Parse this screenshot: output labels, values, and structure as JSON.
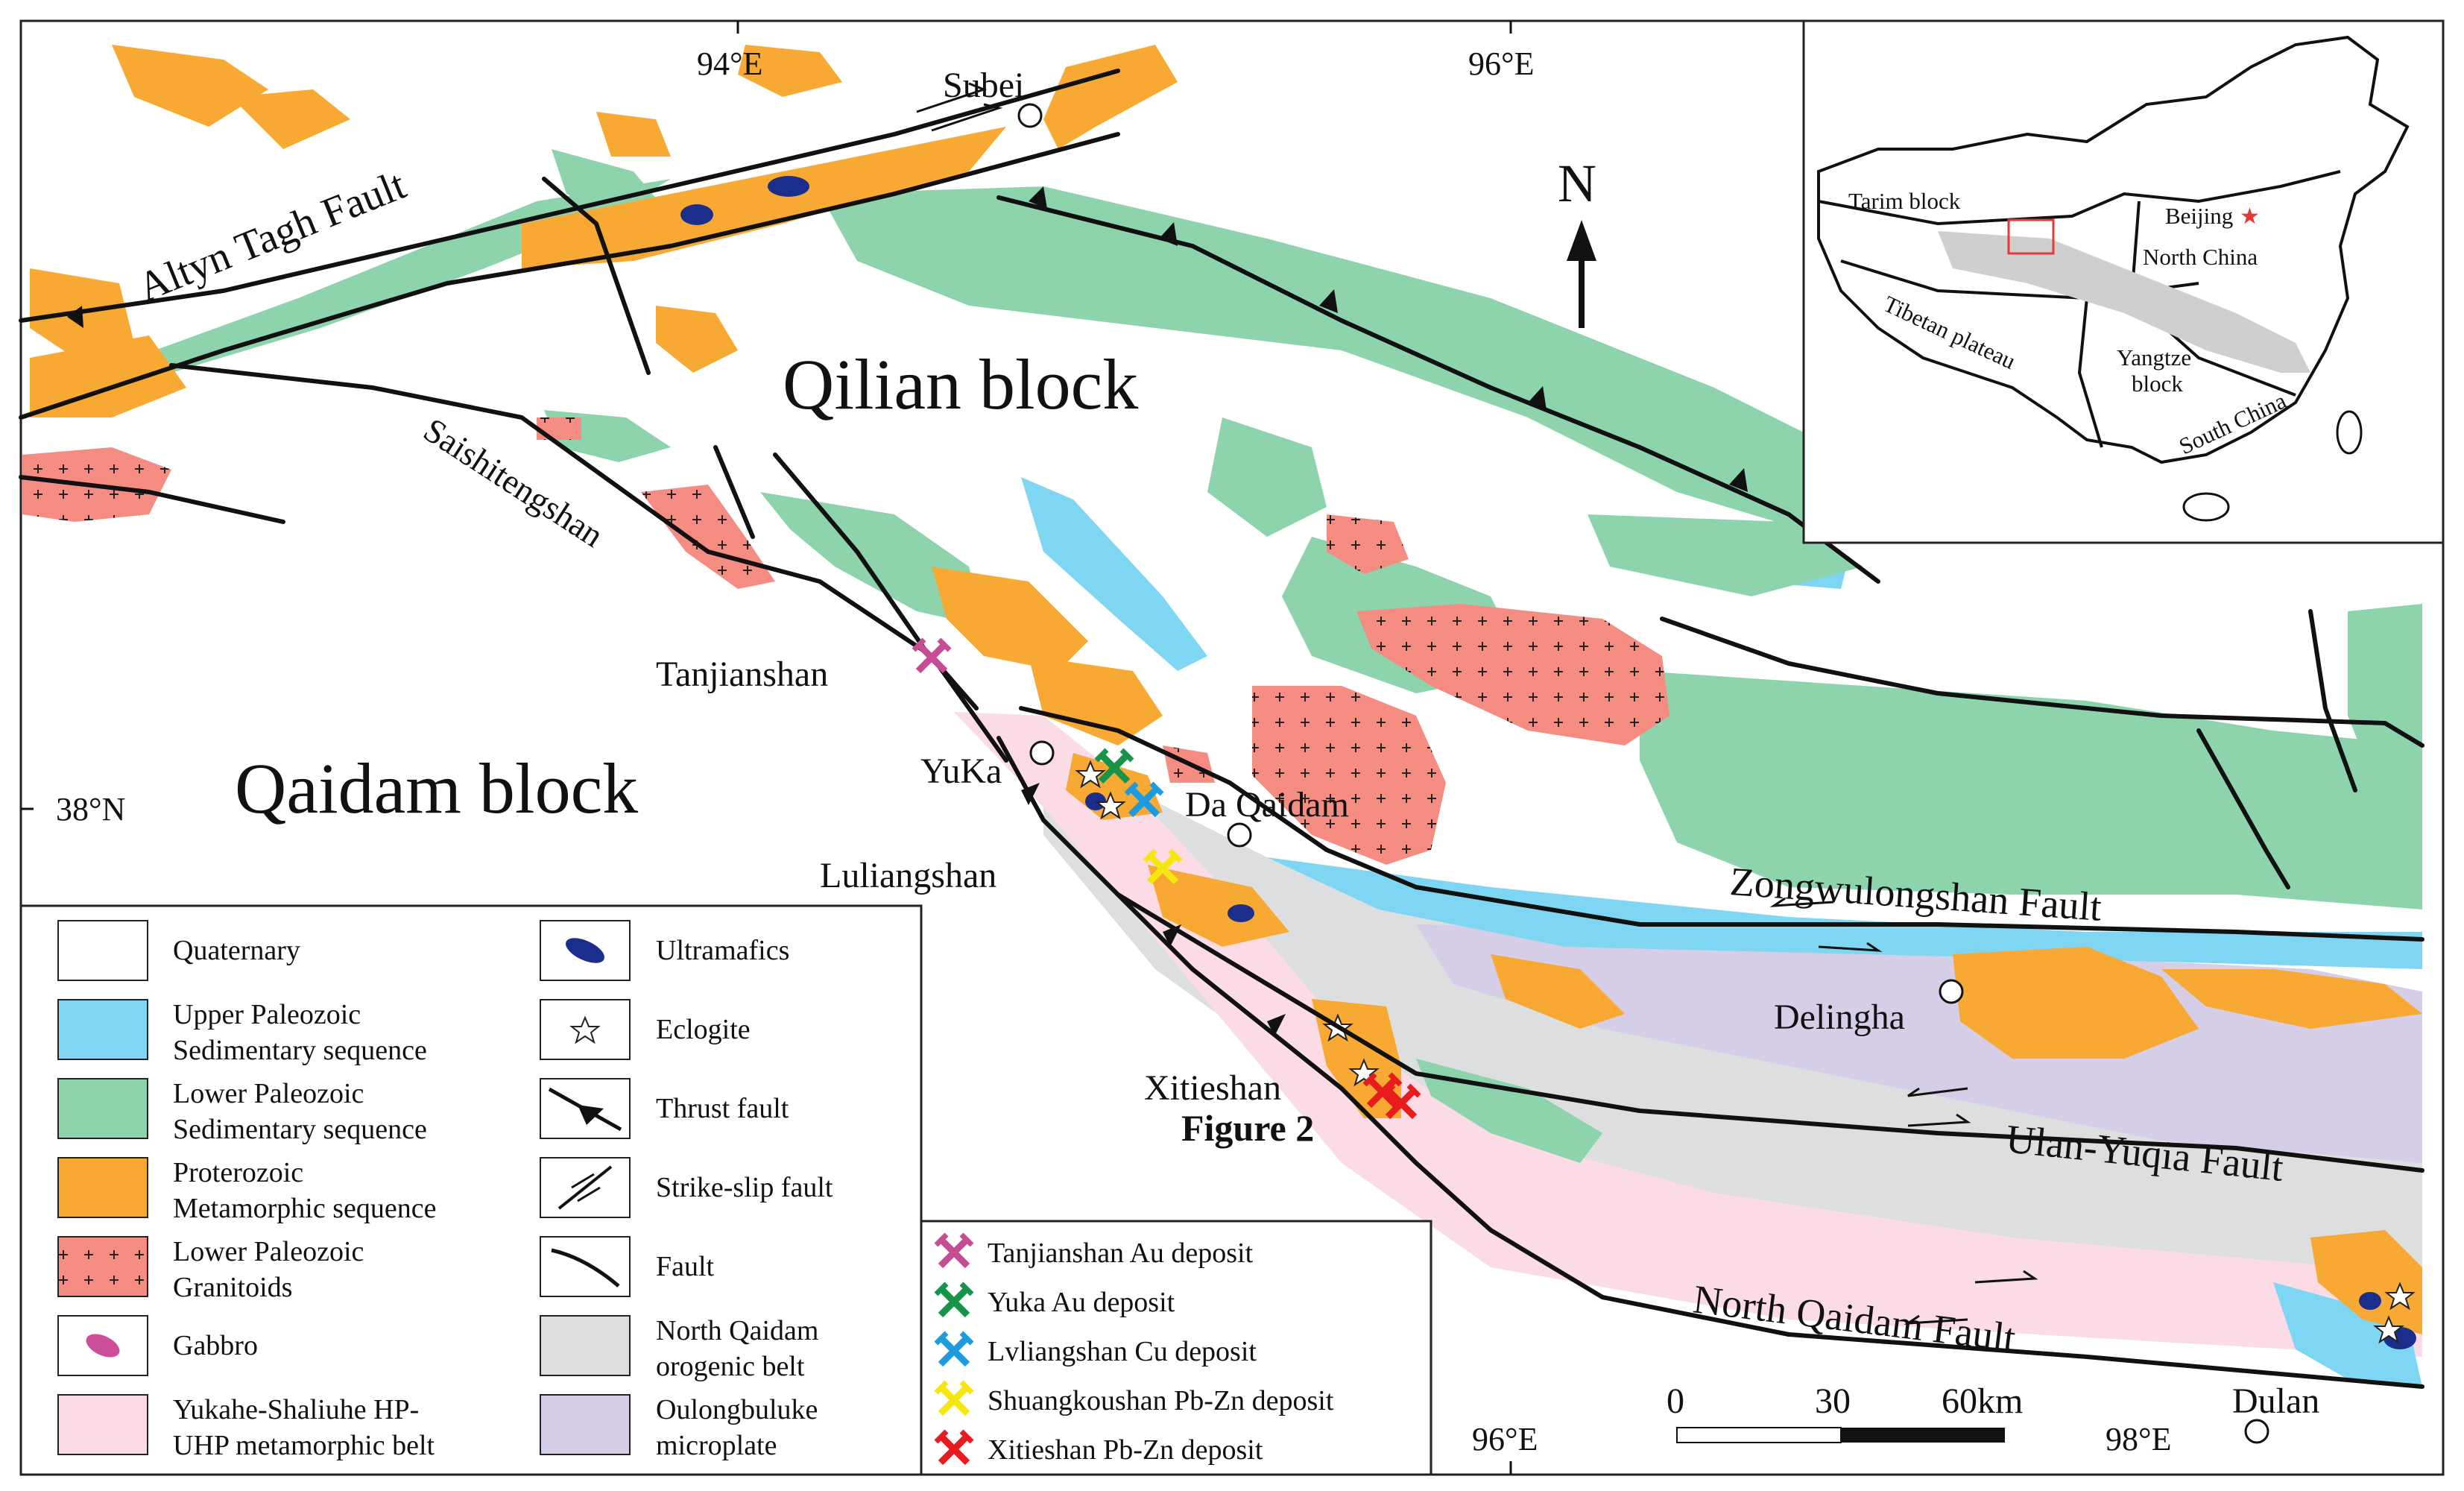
{
  "blocks": {
    "qilian": "Qilian block",
    "qaidam": "Qaidam block"
  },
  "coords": {
    "lon_94_top": "94°E",
    "lon_96_top": "96°E",
    "lon_96_bottom": "96°E",
    "lon_98_bottom": "98°E",
    "lat_38": "38°N"
  },
  "faults": {
    "altyn_tagh": "Altyn Tagh Fault",
    "saishitengshan": "Saishitengshan",
    "zongwulongshan": "Zongwulongshan Fault",
    "ulan_yuqia": "Ulan-Yuqia Fault",
    "north_qaidam": "North Qaidam Fault"
  },
  "places": {
    "subei": "Subei",
    "tanjianshan": "Tanjianshan",
    "yuka": "YuKa",
    "da_qaidam": "Da Qaidam",
    "luliangshan": "Luliangshan",
    "delingha": "Delingha",
    "xitieshan": "Xitieshan",
    "dulan": "Dulan"
  },
  "figure_ref": "Figure 2",
  "north_label": "N",
  "scale_bar": {
    "tick_0": "0",
    "tick_30": "30",
    "tick_60": "60km"
  },
  "inset": {
    "tarim": "Tarim block",
    "beijing": "Beijing",
    "north_china": "North China",
    "tibetan": "Tibetan plateau",
    "yangtze_1": "Yangtze",
    "yangtze_2": "block",
    "south_china": "South China",
    "study_area_color": "#e53935"
  },
  "legend": {
    "left": [
      {
        "line1": "Quaternary",
        "line2": "",
        "color": "#ffffff",
        "icon": "quaternary-swatch"
      },
      {
        "line1": "Upper Paleozoic",
        "line2": "Sedimentary sequence",
        "color": "#7fd6f2",
        "icon": "upper-paleozoic-swatch"
      },
      {
        "line1": "Lower Paleozoic",
        "line2": "Sedimentary sequence",
        "color": "#8dd4ad",
        "icon": "lower-paleozoic-swatch"
      },
      {
        "line1": "Proterozoic",
        "line2": "Metamorphic sequence",
        "color": "#f7a933",
        "icon": "proterozoic-swatch"
      },
      {
        "line1": "Lower Paleozoic",
        "line2": "Granitoids",
        "color": "#f58c82",
        "icon": "granitoid-swatch"
      },
      {
        "line1": "Gabbro",
        "line2": "",
        "color": "#cc4e9a",
        "icon": "gabbro-icon"
      },
      {
        "line1": "Yukahe-Shaliuhe HP-",
        "line2": "UHP metamorphic belt",
        "color": "#fbdbe6",
        "icon": "hp-uhp-belt-swatch"
      }
    ],
    "right": [
      {
        "line1": "Ultramafics",
        "line2": "",
        "color": "#1b2e8c",
        "icon": "ultramafic-icon"
      },
      {
        "line1": "Eclogite",
        "line2": "",
        "color": "#ffffff",
        "icon": "eclogite-star-icon"
      },
      {
        "line1": "Thrust fault",
        "line2": "",
        "color": "#111111",
        "icon": "thrust-fault-icon"
      },
      {
        "line1": "Strike-slip fault",
        "line2": "",
        "color": "#111111",
        "icon": "strike-slip-icon"
      },
      {
        "line1": "Fault",
        "line2": "",
        "color": "#111111",
        "icon": "fault-line-icon"
      },
      {
        "line1": "North Qaidam",
        "line2": "orogenic belt",
        "color": "#dcdedf",
        "icon": "orogenic-belt-swatch"
      },
      {
        "line1": "Oulongbuluke",
        "line2": "microplate",
        "color": "#d6cde6",
        "icon": "microplate-swatch"
      }
    ]
  },
  "deposits": [
    {
      "label": "Tanjianshan Au deposit",
      "color": "#c74c93"
    },
    {
      "label": "Yuka Au deposit",
      "color": "#17944a"
    },
    {
      "label": "Lvliangshan Cu deposit",
      "color": "#1e9be0"
    },
    {
      "label": "Shuangkoushan Pb-Zn deposit",
      "color": "#f5e60f"
    },
    {
      "label": "Xitieshan Pb-Zn deposit",
      "color": "#e81c1c"
    }
  ],
  "colors": {
    "upper_paleozoic": "#7fd6f2",
    "lower_paleozoic": "#8dd4ad",
    "proterozoic": "#f7a933",
    "granitoid": "#f58c82",
    "hp_uhp": "#fbdbe6",
    "orogenic": "#dcdedf",
    "microplate": "#d6cde6",
    "ultramafic": "#1b2e8c"
  }
}
